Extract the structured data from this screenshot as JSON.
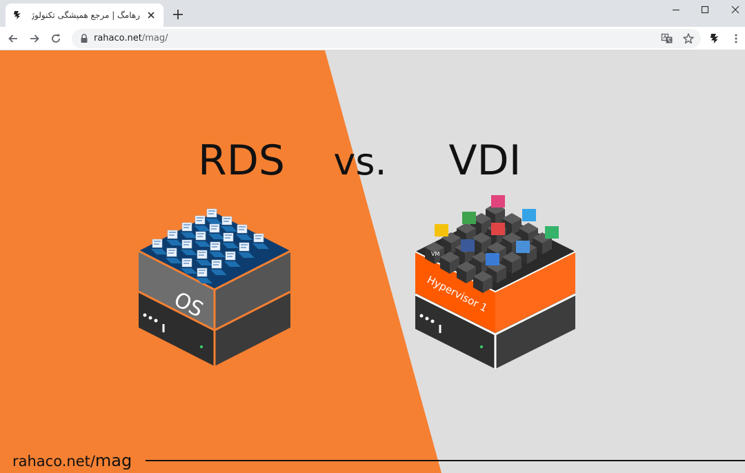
{
  "browser": {
    "tab": {
      "title": "رهامگ | مرجع همیشگی تکنولوژی |",
      "favicon": "rahaco-logo-icon"
    },
    "address": {
      "host": "rahaco.net",
      "path": "/mag/"
    }
  },
  "banner": {
    "left_label": "RDS",
    "vs_label": "vs.",
    "right_label": "VDI",
    "os_label": "OS",
    "hypervisor_label": "Hypervisor 1",
    "vm_label": "VM",
    "footer_prefix": "rahaco.net/",
    "footer_suffix": "mag"
  },
  "colors": {
    "orange": "#f58032",
    "hypervisor_orange": "#ff5a00",
    "grey": "#dedede",
    "server_dark": "#3a3a3a"
  }
}
